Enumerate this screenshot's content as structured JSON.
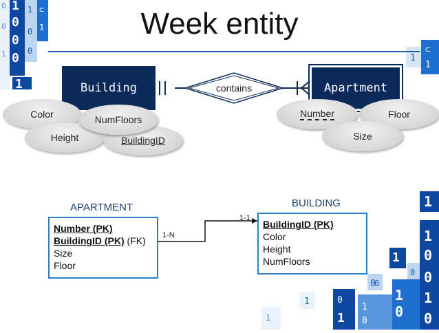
{
  "title": "Week entity",
  "er_diagram": {
    "entity_building": "Building",
    "entity_apartment": "Apartment",
    "relationship": "contains",
    "building_attributes": [
      "Color",
      "NumFloors",
      "Height",
      "BuildingID"
    ],
    "apartment_attributes": [
      "Number",
      "Floor",
      "Size"
    ]
  },
  "schema": {
    "apartment": {
      "title": "APARTMENT",
      "pk1": "Number (PK)",
      "pk2": "BuildingID (PK)",
      "fk_note": "(FK)",
      "fields": [
        "Size",
        "Floor"
      ]
    },
    "building": {
      "title": "BUILDING",
      "pk": "BuildingID (PK)",
      "fields": [
        "Color",
        "Height",
        "NumFloors"
      ]
    },
    "cardinality_apartment": "1-N",
    "cardinality_building": "1-1"
  },
  "colors": {
    "entity_fill": "#0b2a5c",
    "accent_blue": "#2a7fd0",
    "decor_blue": "#1565c0"
  }
}
